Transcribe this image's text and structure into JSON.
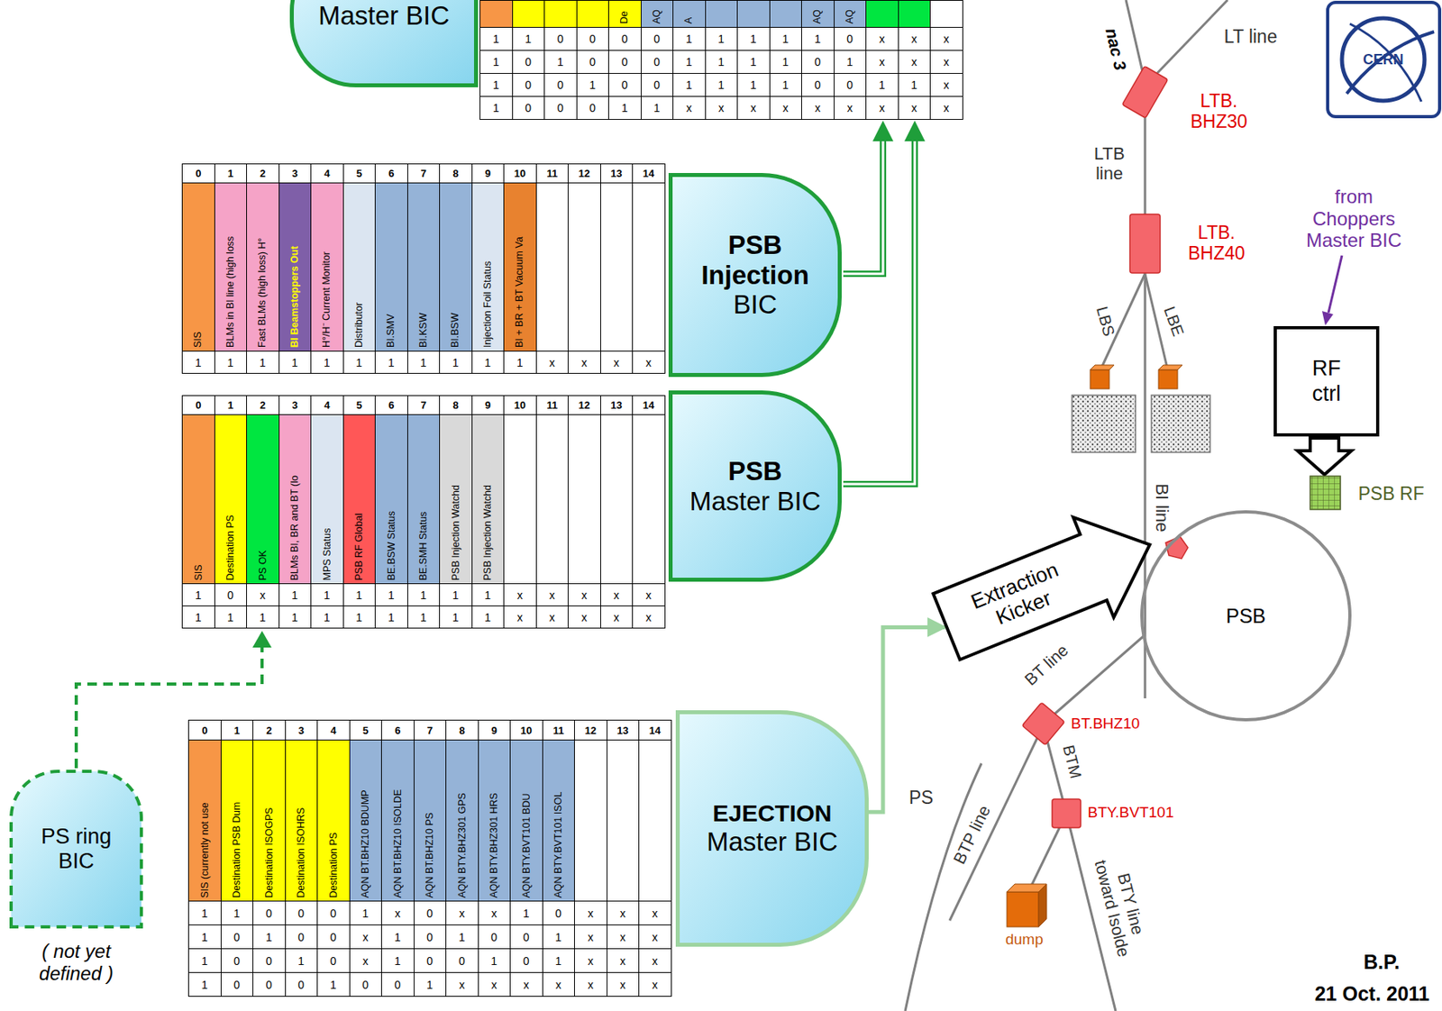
{
  "diagram": {
    "nodes": [
      {
        "text": [
          "Master BIC"
        ]
      },
      {
        "text": [
          "PSB Injection",
          "BIC"
        ]
      },
      {
        "text": [
          "PSB",
          "Master BIC"
        ]
      },
      {
        "text": [
          "EJECTION",
          "Master BIC"
        ]
      },
      {
        "text": [
          "PS ring BIC"
        ]
      },
      {
        "text": [
          "RF ctrl"
        ]
      },
      {
        "text": [
          "Extraction Kicker"
        ]
      },
      {
        "text": [
          "PSB"
        ]
      }
    ],
    "edges": [
      {
        "from": 3,
        "to": 6,
        "arrow": "to"
      }
    ],
    "labels": [
      "De",
      "AQ",
      "A",
      "AQ",
      "AQ",
      "1",
      "1",
      "0",
      "0",
      "0",
      "0",
      "1",
      "1",
      "1",
      "1",
      "1",
      "0",
      "x",
      "x",
      "x",
      "1",
      "0",
      "1",
      "0",
      "0",
      "0",
      "1",
      "1",
      "1",
      "1",
      "0",
      "1",
      "x",
      "x",
      "x",
      "1",
      "0",
      "0",
      "1",
      "0",
      "0",
      "1",
      "1",
      "1",
      "1",
      "0",
      "0",
      "1",
      "1",
      "x",
      "1",
      "0",
      "0",
      "0",
      "1",
      "1",
      "x",
      "x",
      "x",
      "x",
      "x",
      "x",
      "x",
      "x",
      "x",
      "0",
      "1",
      "2",
      "3",
      "4",
      "5",
      "6",
      "7",
      "8",
      "9",
      "10",
      "11",
      "12",
      "13",
      "14",
      "SIS",
      "BLMs in BI line (high loss",
      "Fast BLMs (high loss) H°",
      "BI Beamstoppers Out",
      "H°/H⁻ Current Monitor",
      "Distributor",
      "BI.SMV",
      "BI.KSW",
      "BI.BSW",
      "Injection Foil Status",
      "BI + BR + BT Vacuum Va",
      "1",
      "1",
      "1",
      "1",
      "1",
      "1",
      "1",
      "1",
      "1",
      "1",
      "1",
      "x",
      "x",
      "x",
      "x",
      "0",
      "1",
      "2",
      "3",
      "4",
      "5",
      "6",
      "7",
      "8",
      "9",
      "10",
      "11",
      "12",
      "13",
      "14",
      "SIS",
      "Destination PS",
      "PS OK",
      "BLMs BI, BR and BT (lo",
      "MPS Status",
      "PSB RF Global",
      "BE.BSW Status",
      "BE.SMH Status",
      "PSB Injection Watchd",
      "PSB Injection Watchd",
      "1",
      "0",
      "x",
      "1",
      "1",
      "1",
      "1",
      "1",
      "1",
      "1",
      "x",
      "x",
      "x",
      "x",
      "x",
      "1",
      "1",
      "1",
      "1",
      "1",
      "1",
      "1",
      "1",
      "1",
      "1",
      "x",
      "x",
      "x",
      "x",
      "x",
      "0",
      "1",
      "2",
      "3",
      "4",
      "5",
      "6",
      "7",
      "8",
      "9",
      "10",
      "11",
      "12",
      "13",
      "14",
      "SIS (currently not use",
      "Destination PSB Dum",
      "Destination ISOGPS",
      "Destination ISOHRS",
      "Destination PS",
      "AQN BT.BHZ10 BDUMP",
      "AQN BT.BHZ10 ISOLDE",
      "AQN BT.BHZ10 PS",
      "AQN BTY.BHZ301 GPS",
      "AQN BTY.BHZ301 HRS",
      "AQN BTY.BVT101 BDU",
      "AQN BTY.BVT101 ISOL",
      "1",
      "1",
      "0",
      "0",
      "0",
      "1",
      "x",
      "0",
      "x",
      "x",
      "1",
      "0",
      "x",
      "x",
      "x",
      "1",
      "0",
      "1",
      "0",
      "0",
      "x",
      "1",
      "0",
      "1",
      "0",
      "0",
      "1",
      "x",
      "x",
      "x",
      "1",
      "0",
      "0",
      "1",
      "0",
      "x",
      "1",
      "0",
      "0",
      "1",
      "0",
      "1",
      "x",
      "x",
      "x",
      "1",
      "0",
      "0",
      "0",
      "1",
      "0",
      "0",
      "1",
      "x",
      "x",
      "x",
      "x",
      "x",
      "x",
      "x",
      "( not yet defined )",
      "nac 3",
      "LT line",
      "CERN",
      "LTB. BHZ30",
      "LTB line",
      "LTB. BHZ40",
      "from Choppers Master BIC",
      "LBS",
      "LBE",
      "BI line",
      "PSB RF",
      "BT line",
      "BT.BHZ10",
      "PS",
      "BTM",
      "BTY.BVT101",
      "BTP line",
      "BTY line toward Isolde",
      "dump",
      "B.P.",
      "21 Oct. 2011"
    ]
  }
}
